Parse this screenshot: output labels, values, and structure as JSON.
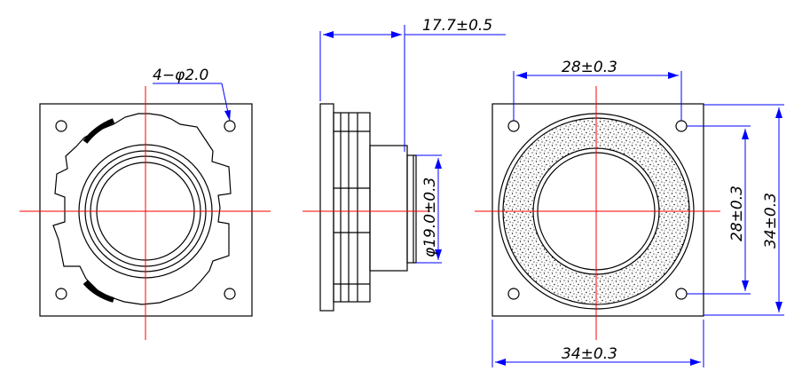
{
  "colors": {
    "outline": "#000000",
    "dimension": "#0000ff",
    "centerline": "#ff0000",
    "background": "#ffffff"
  },
  "dimensions": {
    "hole_callout": "4−φ2.0",
    "depth": "17.7±0.5",
    "neck_diameter": "φ19.0±0.3",
    "hole_spacing_horizontal": "28±0.3",
    "hole_spacing_vertical": "28±0.3",
    "body_height": "34±0.3",
    "body_width": "34±0.3"
  },
  "icons": {
    "foam": "speckled-foam-ring"
  }
}
